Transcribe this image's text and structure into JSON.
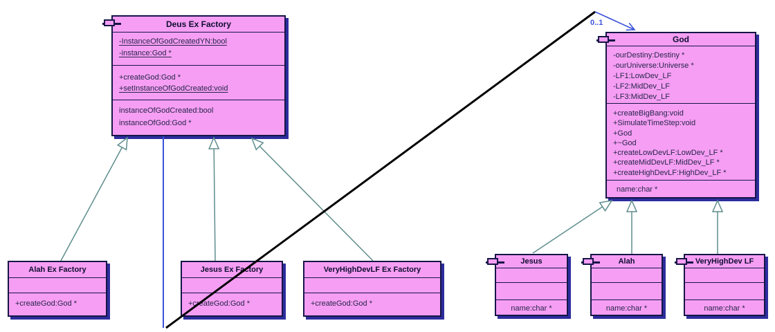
{
  "diagram": {
    "type": "uml-class-diagram",
    "association": {
      "from": "Deus Ex Factory",
      "to": "God",
      "multiplicity": "0..1"
    },
    "generalizations": [
      {
        "child": "Alah Ex Factory",
        "parent": "Deus Ex Factory"
      },
      {
        "child": "Jesus Ex Factory",
        "parent": "Deus Ex Factory"
      },
      {
        "child": "VeryHighDevLF Ex Factory",
        "parent": "Deus Ex Factory"
      },
      {
        "child": "Jesus",
        "parent": "God"
      },
      {
        "child": "Alah",
        "parent": "God"
      },
      {
        "child": "VeryHighDev LF",
        "parent": "God"
      }
    ],
    "colors": {
      "class_fill": "#F69EF3",
      "class_border": "#151547",
      "class_shadow": "#2D2D9E",
      "generalization_line": "#5E8C8C",
      "association_blue": "#3B52DC",
      "association_black": "#000000",
      "member_text": "#25254A"
    }
  },
  "classes": {
    "deus_factory": {
      "title": "Deus Ex Factory",
      "attributes": [
        "-InstanceOfGodCreatedYN:bool",
        "-instance:God *"
      ],
      "methods": [
        "+createGod:God *",
        "+setInstanceOfGodCreated:void"
      ],
      "extras": [
        "instanceOfGodCreated:bool",
        "instanceOfGod:God *"
      ]
    },
    "god": {
      "title": "God",
      "attributes": [
        "-ourDestiny:Destiny *",
        "-ourUniverse:Universe *",
        "-LF1:LowDev_LF",
        "-LF2:MidDev_LF",
        "-LF3:MidDev_LF"
      ],
      "methods": [
        "+createBigBang:void",
        "+SimulateTimeStep:void",
        "+God",
        "+~God",
        "+createLowDevLF:LowDev_LF *",
        "+createMidDevLF:MidDev_LF *",
        "+createHighDevLF:HighDev_LF *"
      ],
      "extras": [
        "name:char *"
      ]
    },
    "alah_factory": {
      "title": "Alah Ex Factory",
      "methods": [
        "+createGod:God *"
      ]
    },
    "jesus_factory": {
      "title": "Jesus Ex Factory",
      "methods": [
        "+createGod:God *"
      ]
    },
    "vhd_factory": {
      "title": "VeryHighDevLF Ex Factory",
      "methods": [
        "+createGod:God *"
      ]
    },
    "jesus": {
      "title": "Jesus",
      "extras": [
        "name:char *"
      ]
    },
    "alah": {
      "title": "Alah",
      "extras": [
        "name:char *"
      ]
    },
    "vhd": {
      "title": "VeryHighDev LF",
      "extras": [
        "name:char *"
      ]
    }
  }
}
